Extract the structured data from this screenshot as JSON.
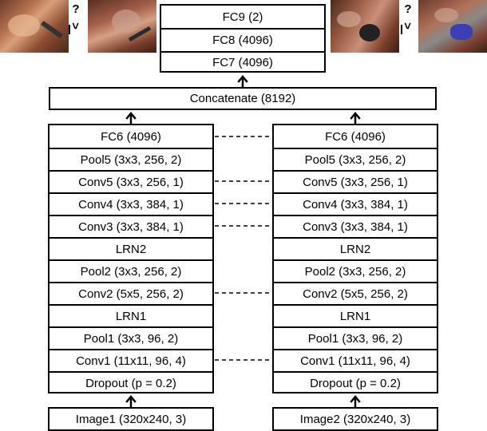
{
  "head": {
    "fc9": "FC9 (2)",
    "fc8": "FC8 (4096)",
    "fc7": "FC7 (4096)"
  },
  "concat": "Concatenate (8192)",
  "towers": {
    "left": {
      "layers": [
        "FC6 (4096)",
        "Pool5 (3x3, 256, 2)",
        "Conv5 (3x3, 256, 1)",
        "Conv4 (3x3, 384, 1)",
        "Conv3 (3x3, 384, 1)",
        "LRN2",
        "Pool2 (3x3, 256, 2)",
        "Conv2 (5x5, 256, 2)",
        "LRN1",
        "Pool1 (3x3, 96, 2)",
        "Conv1 (11x11, 96, 4)",
        "Dropout (p = 0.2)"
      ],
      "input": "Image1 (320x240, 3)"
    },
    "right": {
      "layers": [
        "FC6 (4096)",
        "Pool5 (3x3, 256, 2)",
        "Conv5 (3x3, 256, 1)",
        "Conv4 (3x3, 384, 1)",
        "Conv3 (3x3, 384, 1)",
        "LRN2",
        "Pool2 (3x3, 256, 2)",
        "Conv2 (5x5, 256, 2)",
        "LRN1",
        "Pool1 (3x3, 96, 2)",
        "Conv1 (11x11, 96, 4)",
        "Dropout (p = 0.2)"
      ],
      "input": "Image2 (320x240, 3)"
    }
  },
  "comparisons": {
    "left": {
      "q": "?",
      "sym": "<"
    },
    "right": {
      "q": "?",
      "sym": "<"
    }
  }
}
